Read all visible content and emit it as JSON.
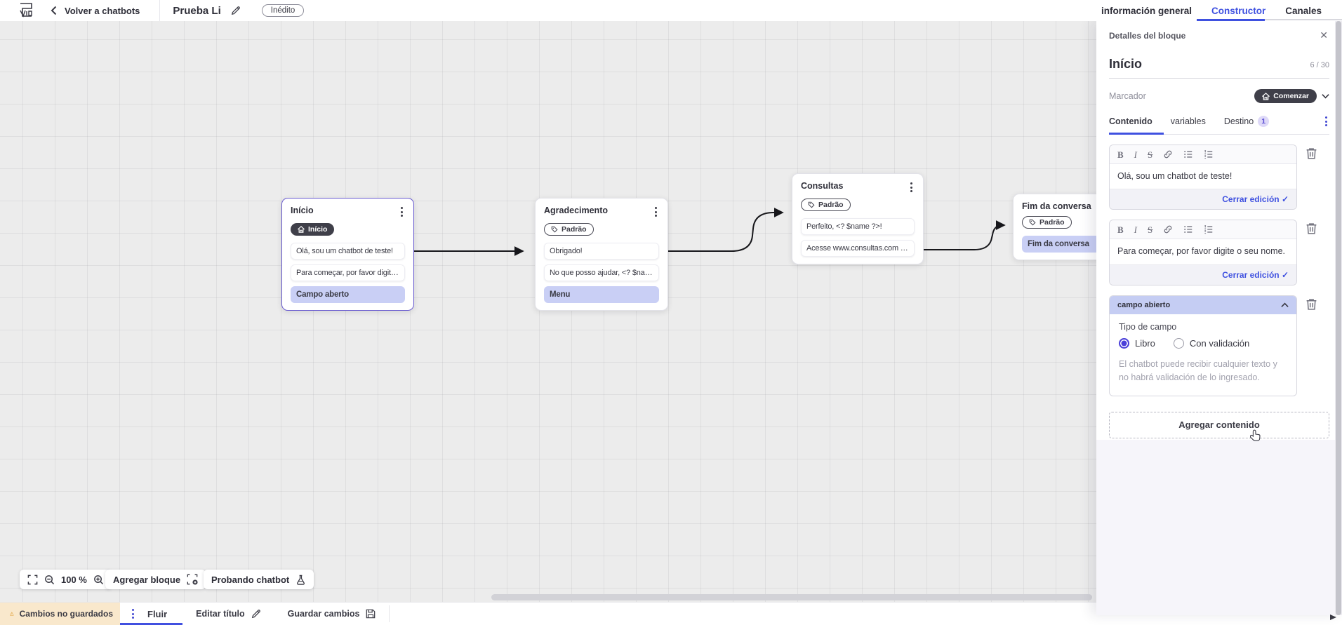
{
  "topbar": {
    "back_label": "Volver a chatbots",
    "title": "Prueba Li",
    "status": "Inédito",
    "tabs": [
      {
        "label": "información general"
      },
      {
        "label": "Constructor"
      },
      {
        "label": "Canales"
      }
    ]
  },
  "canvas": {
    "zoom_level": "100 %",
    "add_block": "Agregar bloque",
    "test_chatbot": "Probando chatbot",
    "nodes": [
      {
        "title": "Início",
        "badge": "Início",
        "items": [
          "Olá, sou um chatbot de teste!",
          "Para começar, por favor digite o ...",
          "Campo aberto"
        ]
      },
      {
        "title": "Agradecimento",
        "badge": "Padrão",
        "items": [
          "Obrigado!",
          "No que posso ajudar, <? $name ...",
          "Menu"
        ]
      },
      {
        "title": "Consultas",
        "badge": "Padrão",
        "items": [
          "Perfeito, <? $name ?>!",
          "Acesse www.consultas.com par..."
        ]
      },
      {
        "title": "Fim da conversa",
        "badge": "Padrão",
        "items": [
          "Fim da conversa"
        ]
      }
    ]
  },
  "panel": {
    "header": "Detalles del bloque",
    "block_name": "Início",
    "counter": "6 / 30",
    "marker_label": "Marcador",
    "marker_value": "Comenzar",
    "tabs": [
      {
        "label": "Contenido"
      },
      {
        "label": "variables"
      },
      {
        "label": "Destino",
        "badge": "1"
      }
    ],
    "editors": [
      {
        "text": "Olá, sou um chatbot de teste!",
        "close_label": "Cerrar edición"
      },
      {
        "text": "Para começar, por favor digite o seu nome.",
        "close_label": "Cerrar edición"
      }
    ],
    "field_section": {
      "title": "campo abierto",
      "type_label": "Tipo de campo",
      "option_free": "Libro",
      "option_validated": "Con validación",
      "help": "El chatbot puede recibir cualquier texto y no habrá validación de lo ingresado."
    },
    "add_content": "Agregar contenido"
  },
  "bottombar": {
    "unsaved": "Cambios no guardados",
    "flow_tab": "Fluir",
    "edit_title": "Editar título",
    "save": "Guardar cambios"
  },
  "colors": {
    "accent_blue": "#3f51e0",
    "indigo": "#5b4dd4",
    "selection_purple": "#c9cff5",
    "dark_pill": "#3f3f49",
    "warning_bg": "#f9e8cc",
    "canvas_bg": "#ececec"
  }
}
